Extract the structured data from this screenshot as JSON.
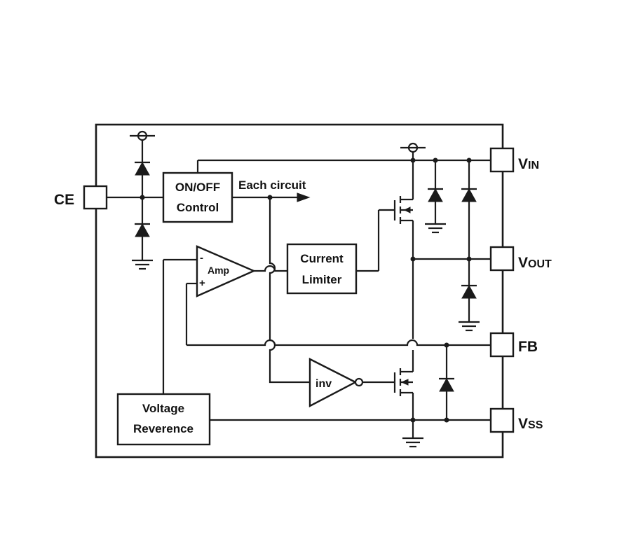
{
  "pins": {
    "ce": "CE",
    "vin_main": "V",
    "vin_sub": "IN",
    "vout_main": "V",
    "vout_sub": "OUT",
    "fb": "FB",
    "vss_main": "V",
    "vss_sub": "SS"
  },
  "blocks": {
    "onoff_line1": "ON/OFF",
    "onoff_line2": "Control",
    "each_circuit": "Each circuit",
    "current_line1": "Current",
    "current_line2": "Limiter",
    "voltage_line1": "Voltage",
    "voltage_line2": "Reverence",
    "amp": "Amp",
    "amp_minus": "-",
    "amp_plus": "+",
    "inv": "inv"
  }
}
